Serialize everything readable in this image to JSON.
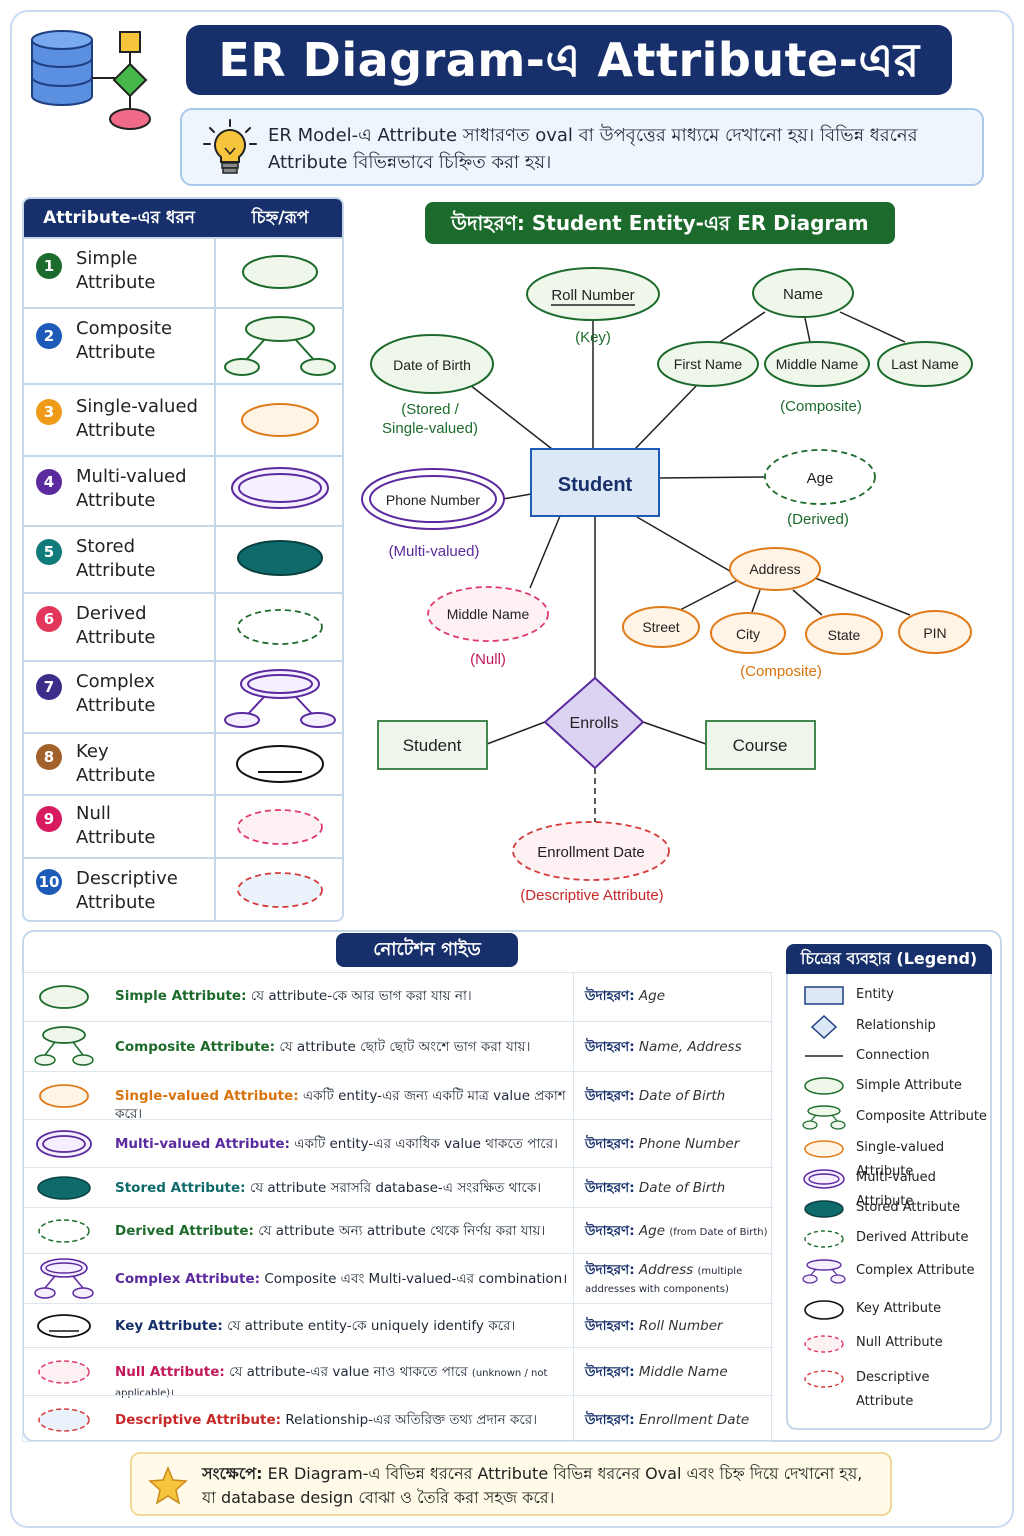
{
  "header": {
    "title": "ER Diagram-এ Attribute-এর ধারণা",
    "intro_line1": "ER Model-এ Attribute সাধারণত oval বা উপবৃত্তের মাধ্যমে দেখানো হয়। বিভিন্ন ধরনের",
    "intro_line2": "Attribute বিভিন্নভাবে চিহ্নিত করা হয়।"
  },
  "type_table": {
    "col1": "Attribute-এর ধরন",
    "col2": "চিহ্ন/রূপ",
    "rows": [
      {
        "num": "1",
        "line1": "Simple",
        "line2": "Attribute"
      },
      {
        "num": "2",
        "line1": "Composite",
        "line2": "Attribute"
      },
      {
        "num": "3",
        "line1": "Single-valued",
        "line2": "Attribute"
      },
      {
        "num": "4",
        "line1": "Multi-valued",
        "line2": "Attribute"
      },
      {
        "num": "5",
        "line1": "Stored",
        "line2": "Attribute"
      },
      {
        "num": "6",
        "line1": "Derived",
        "line2": "Attribute"
      },
      {
        "num": "7",
        "line1": "Complex",
        "line2": "Attribute"
      },
      {
        "num": "8",
        "line1": "Key",
        "line2": "Attribute"
      },
      {
        "num": "9",
        "line1": "Null",
        "line2": "Attribute"
      },
      {
        "num": "10",
        "line1": "Descriptive",
        "line2": "Attribute"
      }
    ]
  },
  "diagram": {
    "banner": "উদাহরণ: Student Entity-এর ER Diagram",
    "entity": "Student",
    "roll_number": "Roll Number",
    "key_note": "(Key)",
    "name": "Name",
    "first_name": "First Name",
    "middle_name_comp": "Middle Name",
    "last_name": "Last Name",
    "name_note": "(Composite)",
    "dob": "Date of Birth",
    "dob_note1": "(Stored /",
    "dob_note2": "Single-valued)",
    "phone": "Phone Number",
    "phone_note": "(Multi-valued)",
    "age": "Age",
    "age_note": "(Derived)",
    "middle_null": "Middle Name",
    "null_note": "(Null)",
    "address": "Address",
    "street": "Street",
    "city": "City",
    "state": "State",
    "pin": "PIN",
    "address_note": "(Composite)",
    "rel_student": "Student",
    "enrolls": "Enrolls",
    "course": "Course",
    "enroll_date": "Enrollment Date",
    "enroll_note": "(Descriptive Attribute)"
  },
  "guide": {
    "banner": "নোটেশন গাইড",
    "example_label": "উদাহরণ:",
    "rows": [
      {
        "name": "Simple Attribute:",
        "desc": "যে attribute-কে আর ভাগ করা যায় না।",
        "ex": "Age",
        "ex_small": "",
        "color": "#1d6b2c"
      },
      {
        "name": "Composite Attribute:",
        "desc": "যে attribute ছোট ছোট অংশে ভাগ করা যায়।",
        "ex": "Name, Address",
        "ex_small": "",
        "color": "#1d6b2c"
      },
      {
        "name": "Single-valued Attribute:",
        "desc": "একটি entity-এর জন্য একটি মাত্র value প্রকাশ করে।",
        "ex": "Date of Birth",
        "ex_small": "",
        "color": "#d9730d"
      },
      {
        "name": "Multi-valued Attribute:",
        "desc": "একটি entity-এর একাধিক value থাকতে পারে।",
        "ex": "Phone Number",
        "ex_small": "",
        "color": "#5b2a9e"
      },
      {
        "name": "Stored Attribute:",
        "desc": "যে attribute সরাসরি database-এ সংরক্ষিত থাকে।",
        "ex": "Date of Birth",
        "ex_small": "",
        "color": "#0f6b6b"
      },
      {
        "name": "Derived Attribute:",
        "desc": "যে attribute অন্য attribute থেকে নির্ণয় করা যায়।",
        "ex": "Age",
        "ex_small": "(from Date of Birth)",
        "color": "#1d6b2c"
      },
      {
        "name": "Complex Attribute:",
        "desc": "Composite এবং Multi-valued-এর combination।",
        "ex": "Address",
        "ex_small": "(multiple addresses with components)",
        "color": "#5b2a9e"
      },
      {
        "name": "Key Attribute:",
        "desc": "যে attribute entity-কে uniquely identify করে।",
        "ex": "Roll Number",
        "ex_small": "",
        "color": "#17306b"
      },
      {
        "name": "Null Attribute:",
        "desc": "যে attribute-এর value নাও থাকতে পারে",
        "desc_small": "(unknown / not applicable)।",
        "ex": "Middle Name",
        "ex_small": "",
        "color": "#c2185b"
      },
      {
        "name": "Descriptive Attribute:",
        "desc": "Relationship-এর অতিরিক্ত তথ্য প্রদান করে।",
        "ex": "Enrollment Date",
        "ex_small": "",
        "color": "#c62828"
      }
    ]
  },
  "legend": {
    "title": "চিত্রের ব্যবহার (Legend)",
    "items": [
      "Entity",
      "Relationship",
      "Connection",
      "Simple Attribute",
      "Composite Attribute",
      "Single-valued Attribute",
      "Multi-valued Attribute",
      "Stored Attribute",
      "Derived Attribute",
      "Complex Attribute",
      "Key Attribute",
      "Null Attribute",
      "Descriptive Attribute"
    ]
  },
  "summary": {
    "label": "সংক্ষেপে:",
    "line1": "ER Diagram-এ বিভিন্ন ধরনের Attribute বিভিন্ন ধরনের Oval এবং চিহ্ন দিয়ে দেখানো হয়,",
    "line2": "যা database design বোঝা ও তৈরি করা সহজ করে।"
  },
  "colors": {
    "navy": "#17306b",
    "green": "#1d6b2c",
    "orange": "#d9730d",
    "purple": "#5b2a9e",
    "teal": "#0f6b6b",
    "pink": "#c2185b",
    "red": "#c62828"
  }
}
